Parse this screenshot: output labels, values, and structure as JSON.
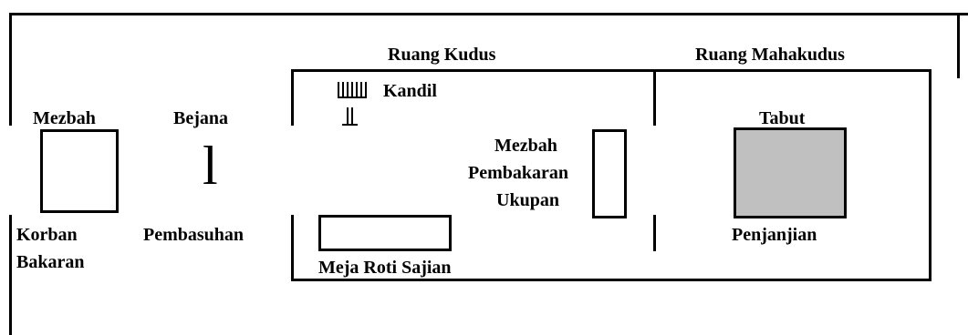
{
  "labels": {
    "ruang_kudus": "Ruang Kudus",
    "ruang_mahakudus": "Ruang Mahakudus",
    "kandil": "Kandil",
    "mezbah": "Mezbah",
    "bejana": "Bejana",
    "bejana_symbol": "l",
    "korban": "Korban",
    "bakaran": "Bakaran",
    "pembasuhan": "Pembasuhan",
    "mezbah_pembakaran_1": "Mezbah",
    "mezbah_pembakaran_2": "Pembakaran",
    "mezbah_pembakaran_3": "Ukupan",
    "meja_roti_sajian": "Meja Roti Sajian",
    "tabut": "Tabut",
    "penjanjian": "Penjanjian"
  },
  "colors": {
    "line": "#000000",
    "ark_fill": "#c0c0c0"
  }
}
